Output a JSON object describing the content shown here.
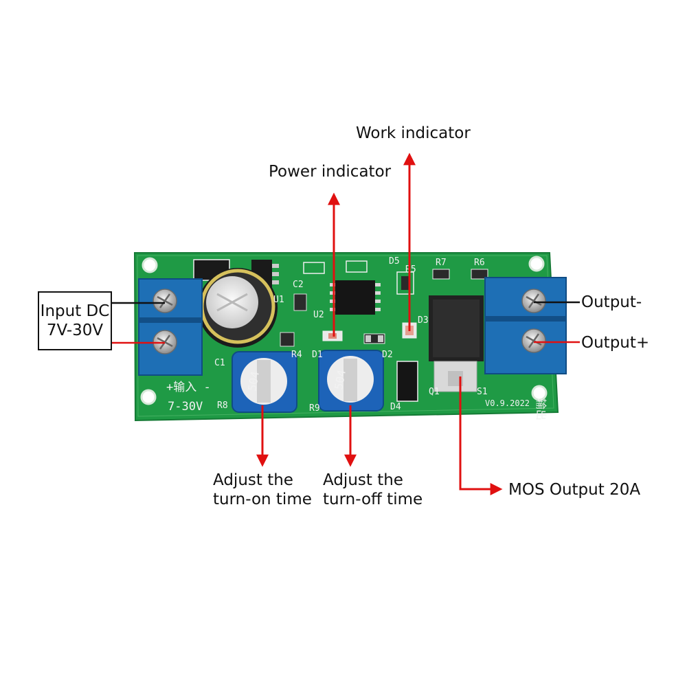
{
  "labels": {
    "work_indicator": "Work indicator",
    "power_indicator": "Power indicator",
    "input_dc_line1": "Input DC",
    "input_dc_line2": "7V-30V",
    "output_minus": "Output-",
    "output_plus": "Output+",
    "adjust_on_line1": "Adjust the",
    "adjust_on_line2": "turn-on time",
    "adjust_off_line1": "Adjust the",
    "adjust_off_line2": "turn-off time",
    "mos_output": "MOS Output 20A"
  },
  "board": {
    "input_silk": "+输入 -",
    "voltage_silk": "7-30V",
    "output_silk": "输出",
    "version_silk": "V0.9.2022",
    "pot_marking": "504",
    "ref_designators": [
      "C1",
      "C2",
      "U1",
      "U2",
      "D1",
      "D2",
      "D3",
      "D4",
      "D5",
      "R4",
      "R5",
      "R6",
      "R7",
      "R8",
      "R9",
      "Q1",
      "S1"
    ]
  },
  "colors": {
    "pcb": "#1f9a45",
    "terminal": "#1e6fb5",
    "arrow_red": "#e01010",
    "arrow_black": "#111111"
  }
}
